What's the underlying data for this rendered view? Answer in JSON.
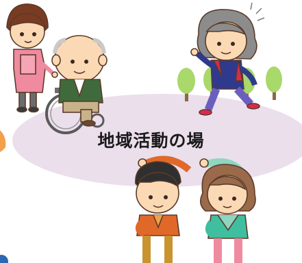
{
  "caption": "地域活動の場",
  "icons": [
    "caregiver-figure",
    "wheelchair-elder-figure",
    "running-elder-figure",
    "tree-icon",
    "stretching-elder-man-figure",
    "stretching-elder-woman-figure"
  ],
  "colors": {
    "ellipse": "#ebdfec",
    "tree_crown": "#a9d86b",
    "tree_trunk": "#8d6846",
    "skin": "#fbd9b4",
    "outline": "#5a3b2a",
    "apron": "#f08aa0",
    "green_jacket": "#3f6b3c",
    "navy_jacket": "#2f3a8f",
    "purple_pants": "#6b5fbe",
    "red_scarf": "#d92b4d",
    "orange_jacket": "#e0692a",
    "mint_shirt": "#8fd5c0"
  }
}
